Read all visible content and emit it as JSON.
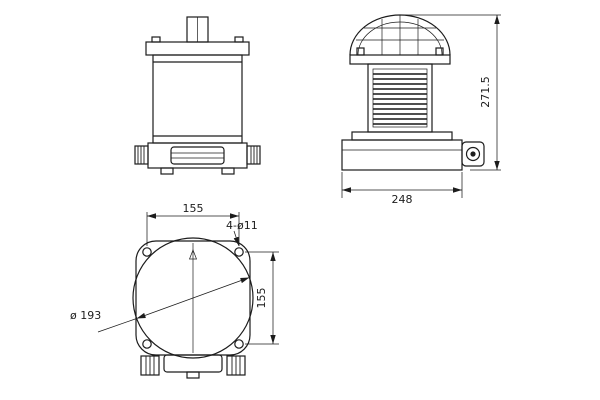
{
  "drawing": {
    "type": "technical-drawing-three-views",
    "background": "#ffffff",
    "line_color": "#1c1c1c",
    "dimensions": {
      "overall_height": "271.5",
      "base_width": "248",
      "bolt_spacing_horizontal": "155",
      "bolt_spacing_vertical": "155",
      "bolt_holes_label": "4-ø11",
      "flange_diameter_label": "ø 193"
    }
  }
}
